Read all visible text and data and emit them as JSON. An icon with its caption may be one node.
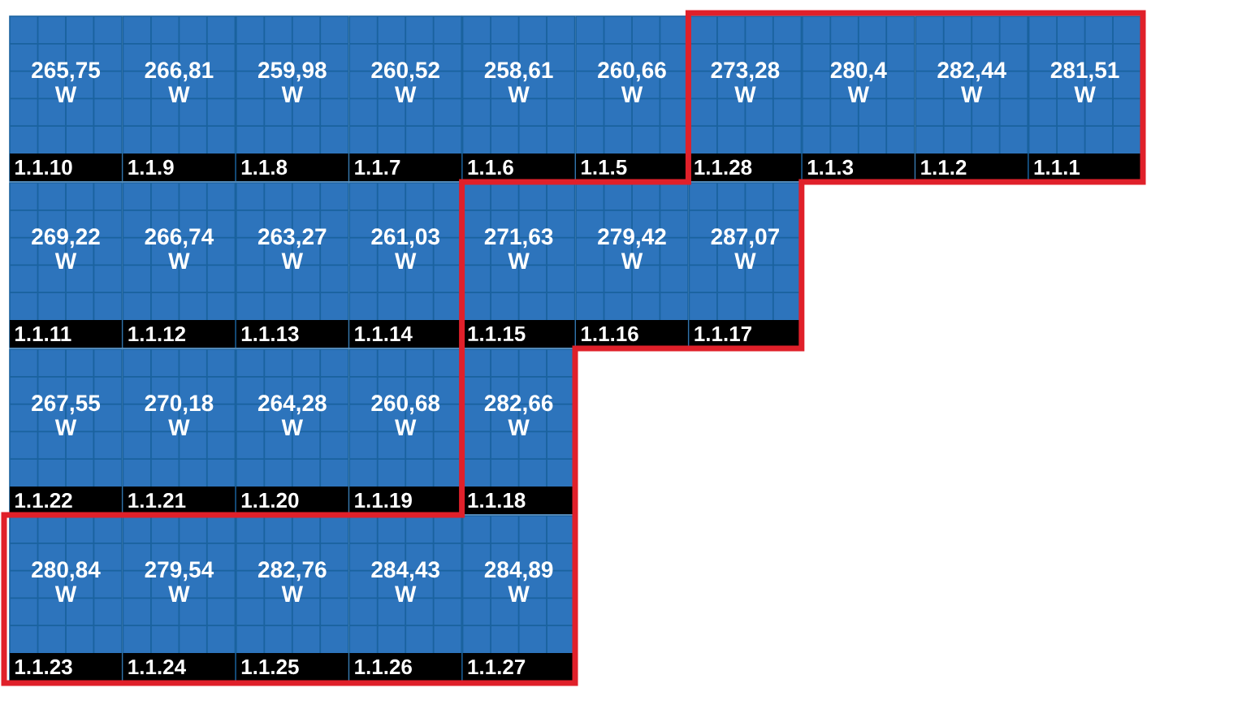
{
  "diagram": {
    "nodes": [
      {
        "text": [
          "265,75 W",
          "1.1.10"
        ]
      },
      {
        "text": [
          "266,81 W",
          "1.1.9"
        ]
      },
      {
        "text": [
          "259,98 W",
          "1.1.8"
        ]
      },
      {
        "text": [
          "260,52 W",
          "1.1.7"
        ]
      },
      {
        "text": [
          "258,61 W",
          "1.1.6"
        ]
      },
      {
        "text": [
          "260,66 W",
          "1.1.5"
        ]
      },
      {
        "text": [
          "273,28 W",
          "1.1.28"
        ]
      },
      {
        "text": [
          "280,4 W",
          "1.1.3"
        ]
      },
      {
        "text": [
          "282,44 W",
          "1.1.2"
        ]
      },
      {
        "text": [
          "281,51 W",
          "1.1.1"
        ]
      },
      {
        "text": [
          "269,22 W",
          "1.1.11"
        ]
      },
      {
        "text": [
          "266,74 W",
          "1.1.12"
        ]
      },
      {
        "text": [
          "263,27 W",
          "1.1.13"
        ]
      },
      {
        "text": [
          "261,03 W",
          "1.1.14"
        ]
      },
      {
        "text": [
          "271,63 W",
          "1.1.15"
        ]
      },
      {
        "text": [
          "279,42 W",
          "1.1.16"
        ]
      },
      {
        "text": [
          "287,07 W",
          "1.1.17"
        ]
      },
      {
        "text": [
          "267,55 W",
          "1.1.22"
        ]
      },
      {
        "text": [
          "270,18 W",
          "1.1.21"
        ]
      },
      {
        "text": [
          "264,28 W",
          "1.1.20"
        ]
      },
      {
        "text": [
          "260,68 W",
          "1.1.19"
        ]
      },
      {
        "text": [
          "282,66 W",
          "1.1.18"
        ]
      },
      {
        "text": [
          "280,84 W",
          "1.1.23"
        ]
      },
      {
        "text": [
          "279,54 W",
          "1.1.24"
        ]
      },
      {
        "text": [
          "282,76 W",
          "1.1.25"
        ]
      },
      {
        "text": [
          "284,43 W",
          "1.1.26"
        ]
      },
      {
        "text": [
          "284,89 W",
          "1.1.27"
        ]
      }
    ]
  }
}
